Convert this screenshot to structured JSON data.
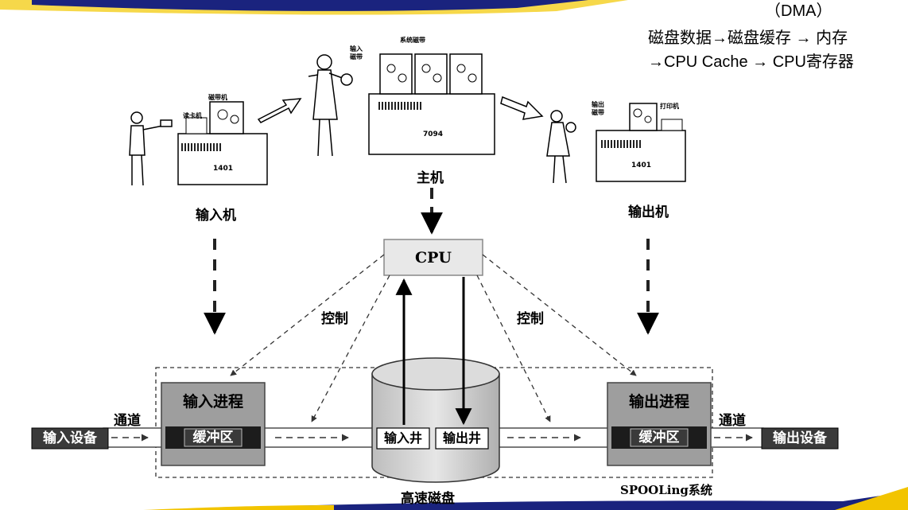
{
  "notes": {
    "line1": "（DMA）",
    "line2": "磁盘数据→磁盘缓存 → 内存",
    "line3": "→CPU Cache → CPU寄存器"
  },
  "illustration": {
    "tape_label": "磁带机",
    "card_reader_label": "读卡机",
    "input_tape_label": "输入\n磁带",
    "system_tape_label": "系统磁带",
    "output_tape_label": "输出\n磁带",
    "printer_label": "打印机",
    "input_machine_number": "1401",
    "main_machine_number": "7094",
    "output_machine_number": "1401",
    "input_machine": "输入机",
    "main_machine": "主机",
    "output_machine": "输出机"
  },
  "diagram": {
    "cpu": "CPU",
    "control_left": "控制",
    "control_right": "控制",
    "input_process": "输入进程",
    "output_process": "输出进程",
    "buffer_left": "缓冲区",
    "buffer_right": "缓冲区",
    "input_device": "输入设备",
    "output_device": "输出设备",
    "channel_left": "通道",
    "channel_right": "通道",
    "input_well": "输入井",
    "output_well": "输出井",
    "disk": "高速磁盘",
    "system": "SPOOLing系统"
  },
  "colors": {
    "top_band": "#1a237e",
    "top_band_accent": "#f6d84a",
    "bottom_accent": "#f2c400",
    "process_box": "#9e9e9e",
    "device_box": "#3a3a3a",
    "disk": "#d4d4d4"
  }
}
